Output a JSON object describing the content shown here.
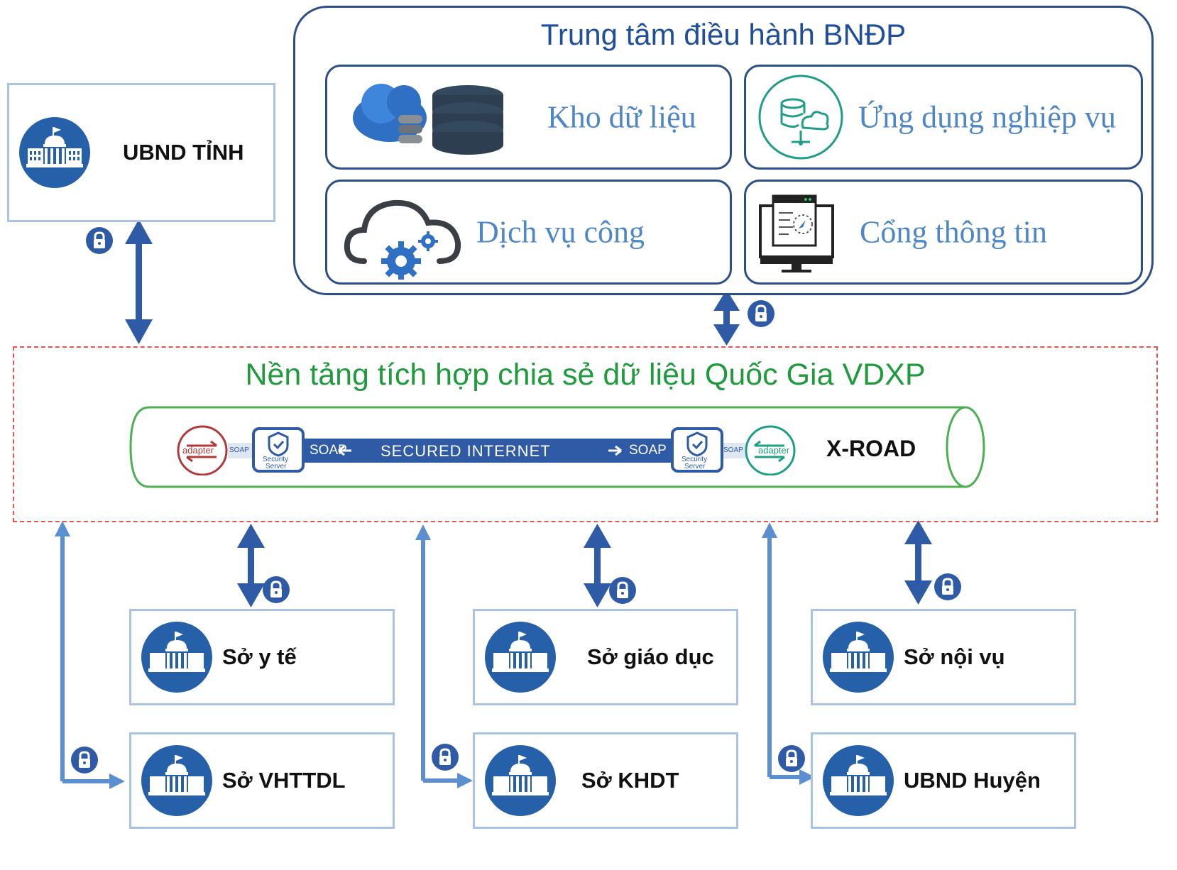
{
  "hub": {
    "title": "Trung tâm điều hành BNĐP",
    "services": {
      "data_store": "Kho dữ liệu",
      "business_apps": "Ứng dụng nghiệp vụ",
      "public_services": "Dịch vụ công",
      "portal": "Cổng thông tin"
    }
  },
  "province": {
    "label": "UBND TỈNH"
  },
  "platform": {
    "title": "Nền tảng tích hợp chia sẻ dữ liệu Quốc Gia VDXP",
    "pipe_label": "X-ROAD",
    "band_text": "SECURED INTERNET",
    "soap": "SOAP",
    "adapter": "adapter",
    "security_server_line1": "Security",
    "security_server_line2": "Server"
  },
  "departments": {
    "health": "Sở y tế",
    "education": "Sở giáo dục",
    "home_affairs": "Sở nội vụ",
    "culture": "Sở VHTTDL",
    "planning": "Sở KHDT",
    "district": "UBND Huyện"
  },
  "colors": {
    "navy": "#2c4f86",
    "arrow": "#2e5aa6",
    "thin_arrow": "#5b8fd0",
    "green_title": "#1f9a3c",
    "dashed_red": "#e4564d",
    "service_text": "#4f86c6",
    "teal": "#1f9e86"
  }
}
